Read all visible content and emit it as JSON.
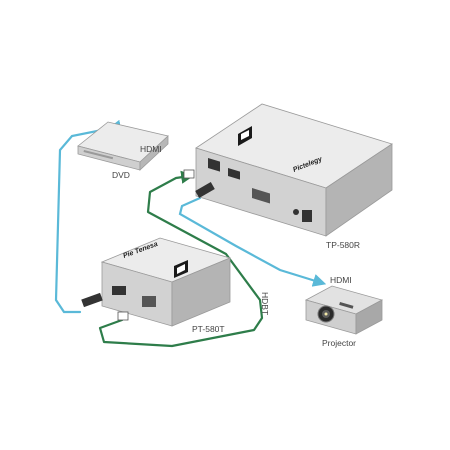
{
  "labels": {
    "dvd": "DVD",
    "hdmi_dvd": "HDMI",
    "hdmi_projector": "HDMI",
    "hdbt": "HDBT",
    "projector": "Projector",
    "receiver": "TP-580R",
    "transmitter": "PT-580T",
    "receiver_brand": "Pictelegy",
    "transmitter_brand": "Pie Tenesa"
  },
  "colors": {
    "hdmi_cable": "#5ab9d8",
    "hdbt_cable": "#2e7d4a",
    "device_body": "#d6d6d6",
    "device_top": "#ececec",
    "device_side": "#b4b4b4"
  }
}
